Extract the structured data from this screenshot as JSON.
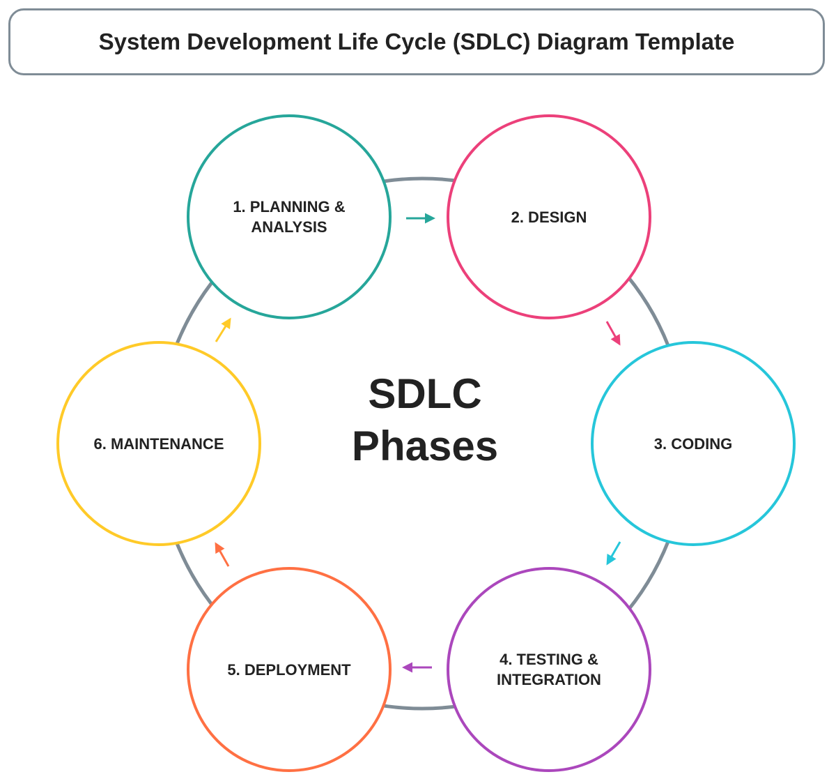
{
  "title": "System Development Life Cycle (SDLC) Diagram Template",
  "center": {
    "line1": "SDLC",
    "line2": "Phases"
  },
  "ring_color": "#7f8c96",
  "phases": [
    {
      "line1": "1. PLANNING &",
      "line2": "ANALYSIS",
      "color": "#26a69a"
    },
    {
      "line1": "2. DESIGN",
      "line2": "",
      "color": "#ec407a"
    },
    {
      "line1": "3. CODING",
      "line2": "",
      "color": "#26c6da"
    },
    {
      "line1": "4. TESTING &",
      "line2": "INTEGRATION",
      "color": "#ab47bc"
    },
    {
      "line1": "5. DEPLOYMENT",
      "line2": "",
      "color": "#ff7043"
    },
    {
      "line1": "6. MAINTENANCE",
      "line2": "",
      "color": "#ffca28"
    }
  ]
}
